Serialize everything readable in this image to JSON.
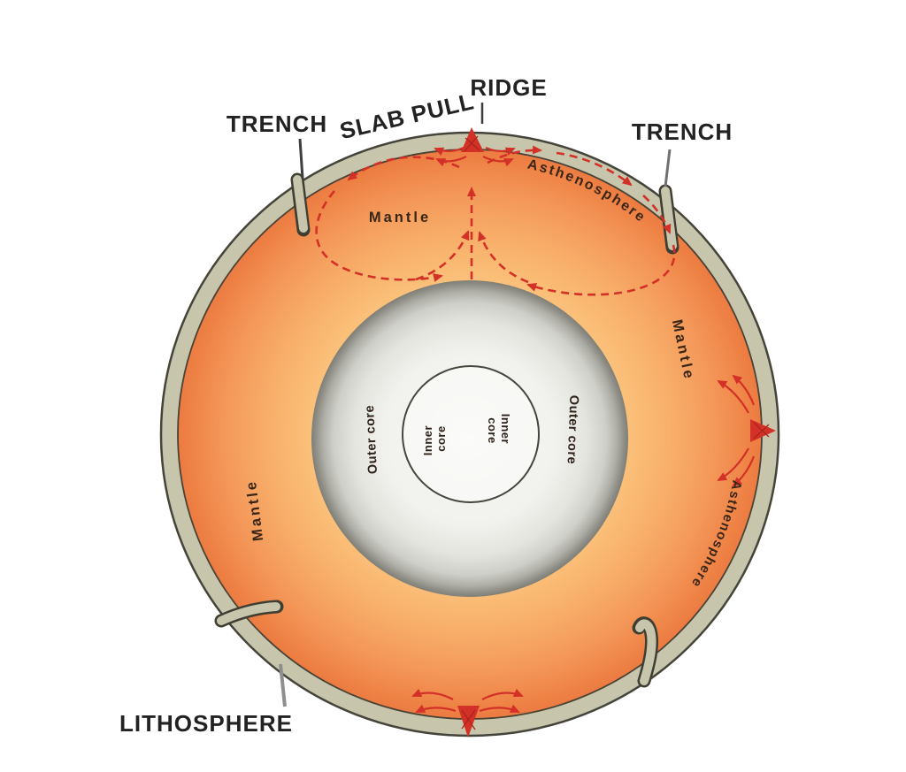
{
  "title": "Earth tectonic convection cross-section diagram",
  "labels": {
    "ridge": "RIDGE",
    "slab_pull": "SLAB PULL",
    "trench_left": "TRENCH",
    "trench_right": "TRENCH",
    "lithosphere": "LITHOSPHERE",
    "mantle_top": "Mantle",
    "mantle_right": "Mantle",
    "mantle_left": "Mantle",
    "asthenosphere_top": "Asthenosphere",
    "asthenosphere_right": "Asthenosphere",
    "outer_core_left": "Outer core",
    "outer_core_right": "Outer core",
    "inner_core_left": {
      "line1": "Inner",
      "line2": "core"
    },
    "inner_core_right": {
      "line1": "Inner",
      "line2": "core"
    }
  },
  "colors": {
    "background": "#ffffff",
    "lithosphere": "#c8c5ad",
    "lithosphere_outline": "#45443a",
    "mantle_inner": "#fbc37c",
    "mantle_outer": "#ec7b41",
    "core_center": "#f8f8f5",
    "core_edge": "#7f7f77",
    "inner_core_outline": "#47463e",
    "convection_red": "#d33127",
    "label_dark": "#222222",
    "label_sepia": "#3a2617"
  }
}
